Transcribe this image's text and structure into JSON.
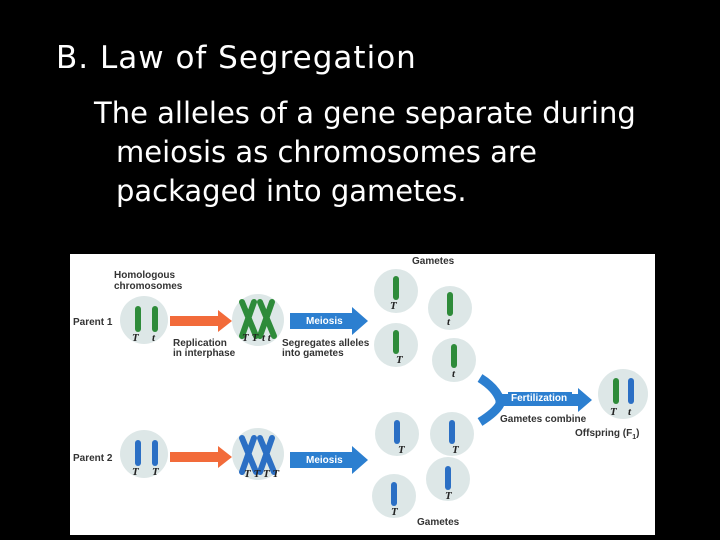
{
  "slide": {
    "title": "B. Law of Segregation",
    "body_lines": [
      "The alleles of a gene separate during",
      "meiosis as chromosomes are",
      "packaged into gametes."
    ]
  },
  "figure": {
    "labels": {
      "homologous": "Homologous",
      "chromosomes": "chromosomes",
      "parent1": "Parent 1",
      "parent2": "Parent 2",
      "replication": "Replication",
      "interphase": "in interphase",
      "segregates": "Segregates alleles",
      "into_gametes": "into gametes",
      "gametes_top": "Gametes",
      "gametes_bottom": "Gametes",
      "fertilization": "Fertilization",
      "gametes_combine": "Gametes combine",
      "offspring": "Offspring (F",
      "offspring_sub": "1",
      "offspring_close": ")",
      "meiosis1": "Meiosis",
      "meiosis2": "Meiosis"
    },
    "alleles": {
      "T": "T",
      "t": "t",
      "TT": "T T",
      "tt": "t t",
      "TTTT": "T T T T"
    },
    "colors": {
      "green": "#2e8b3a",
      "blue": "#2b6fc4",
      "red_arrow": "#f26b3a",
      "blue_arrow": "#2c7fd0",
      "circle": "#dde7e7"
    }
  }
}
